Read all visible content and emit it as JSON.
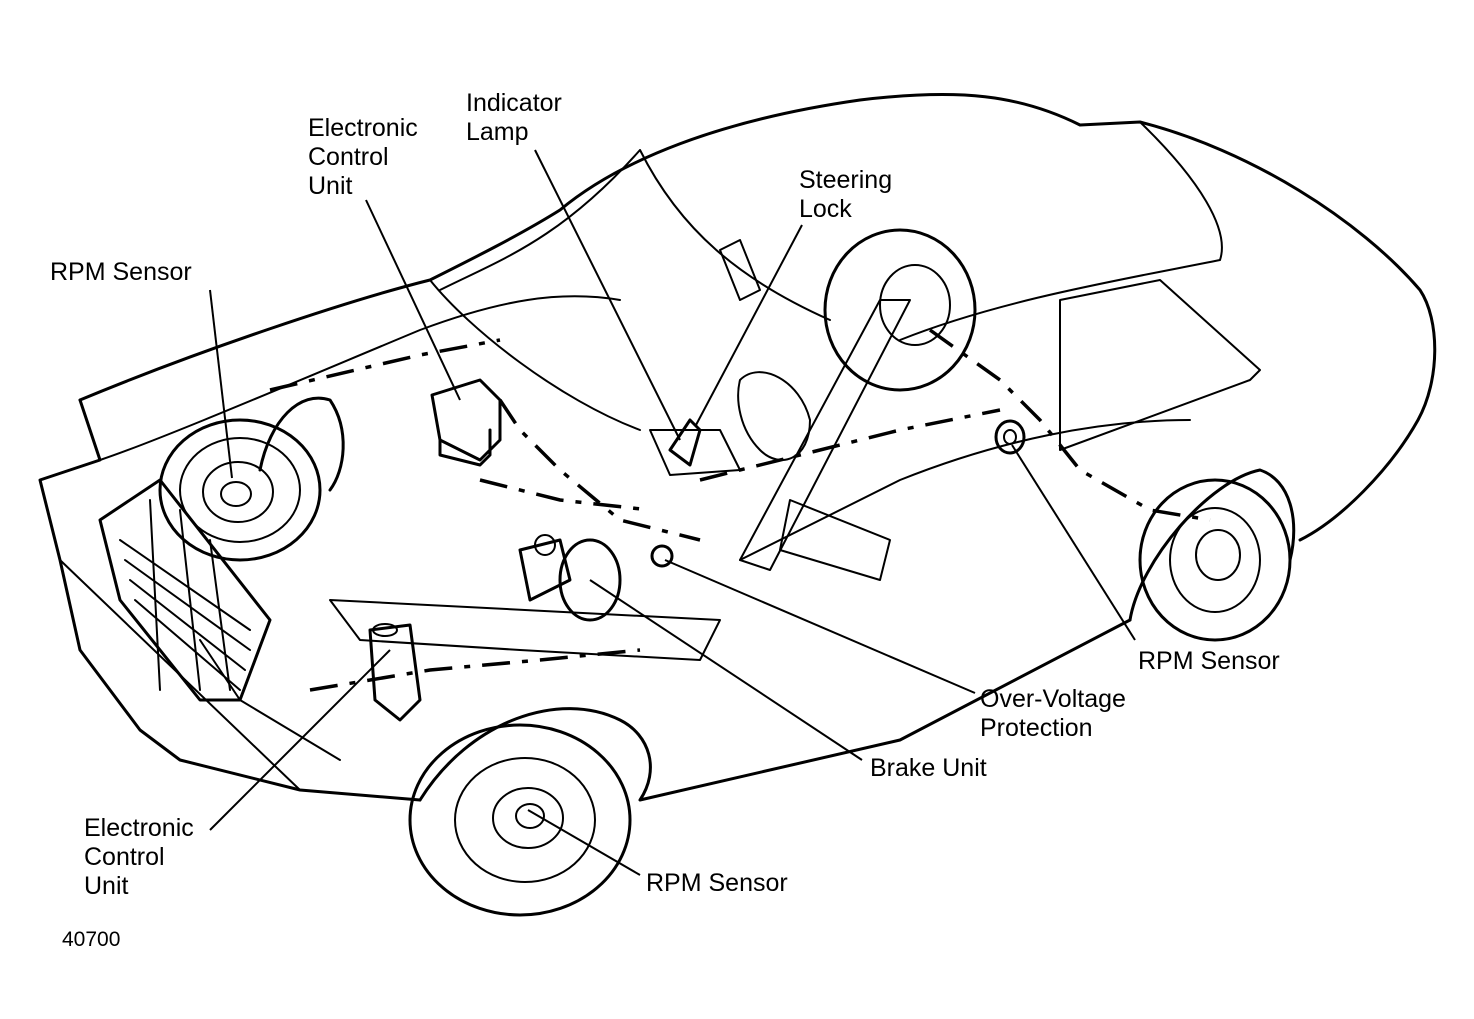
{
  "figure_number": "40700",
  "callouts": {
    "indicator_lamp": "Indicator\nLamp",
    "ecu_top": "Electronic\nControl\nUnit",
    "steering_lock": "Steering\nLock",
    "rpm_sensor_front_left": "RPM Sensor",
    "rpm_sensor_rear": "RPM Sensor",
    "over_voltage_protection": "Over-Voltage\nProtection",
    "brake_unit": "Brake Unit",
    "ecu_bottom": "Electronic\nControl\nUnit",
    "rpm_sensor_front_right": "RPM Sensor"
  }
}
